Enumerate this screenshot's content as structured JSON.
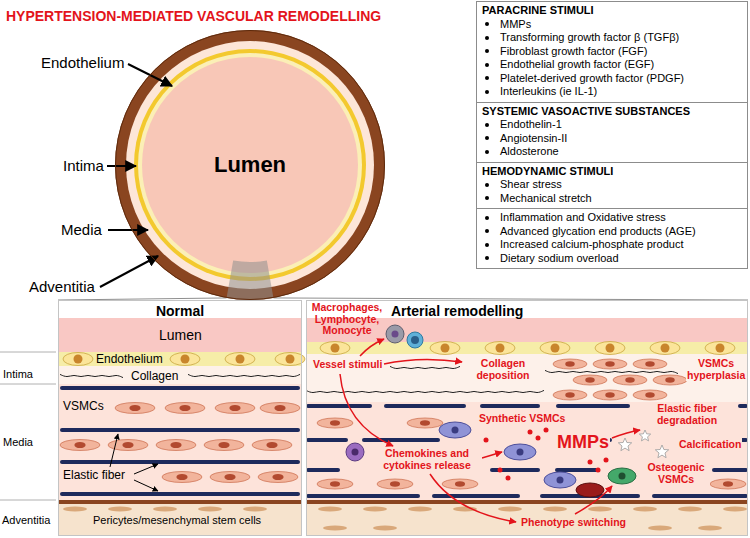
{
  "diagram": {
    "title": "HYPERTENSION-MEDIATED VASCULAR REMODELLING",
    "nodes": [
      {
        "text": [
          "PARACRINE STIMULI",
          "MMPs",
          "Transforming growth factor β (TGFβ)",
          "Fibroblast growth factor (FGF)",
          "Endothelial growth factor (EGF)",
          "Platelet-derived growth factor (PDGF)",
          "Interleukins (ie IL-1)"
        ]
      },
      {
        "text": [
          "SYSTEMIC VASOACTIVE SUBSTANCES",
          "Endothelin-1",
          "Angiotensin-II",
          "Aldosterone"
        ]
      },
      {
        "text": [
          "HEMODYNAMIC STIMULI",
          "Shear stress",
          "Mechanical stretch"
        ]
      },
      {
        "text": [
          "Inflammation and Oxidative stress",
          "Advanced glycation end products (AGE)",
          "Increased calcium-phosphate product",
          "Dietary sodium overload"
        ]
      },
      {
        "text": [
          "Lumen"
        ]
      },
      {
        "text": [
          "Normal"
        ]
      },
      {
        "text": [
          "Arterial remodelling"
        ]
      }
    ],
    "labels": [
      "Endothelium",
      "Intima",
      "Media",
      "Adventitia",
      "Intima",
      "Media",
      "Adventitia",
      "Lumen",
      "Endothelium",
      "Collagen",
      "VSMCs",
      "Elastic fiber",
      "Pericytes/mesenchymal stem cells",
      "Macrophages, Lymphocyte, Monocyte",
      "Vessel stimuli",
      "Collagen deposition",
      "VSMCs hyperplasia",
      "Synthetic VSMCs",
      "Elastic fiber degradation",
      "MMPs",
      "Calcification",
      "Osteogenic VSMCs",
      "Chemokines and cytokines release",
      "Phenotype switching"
    ]
  }
}
